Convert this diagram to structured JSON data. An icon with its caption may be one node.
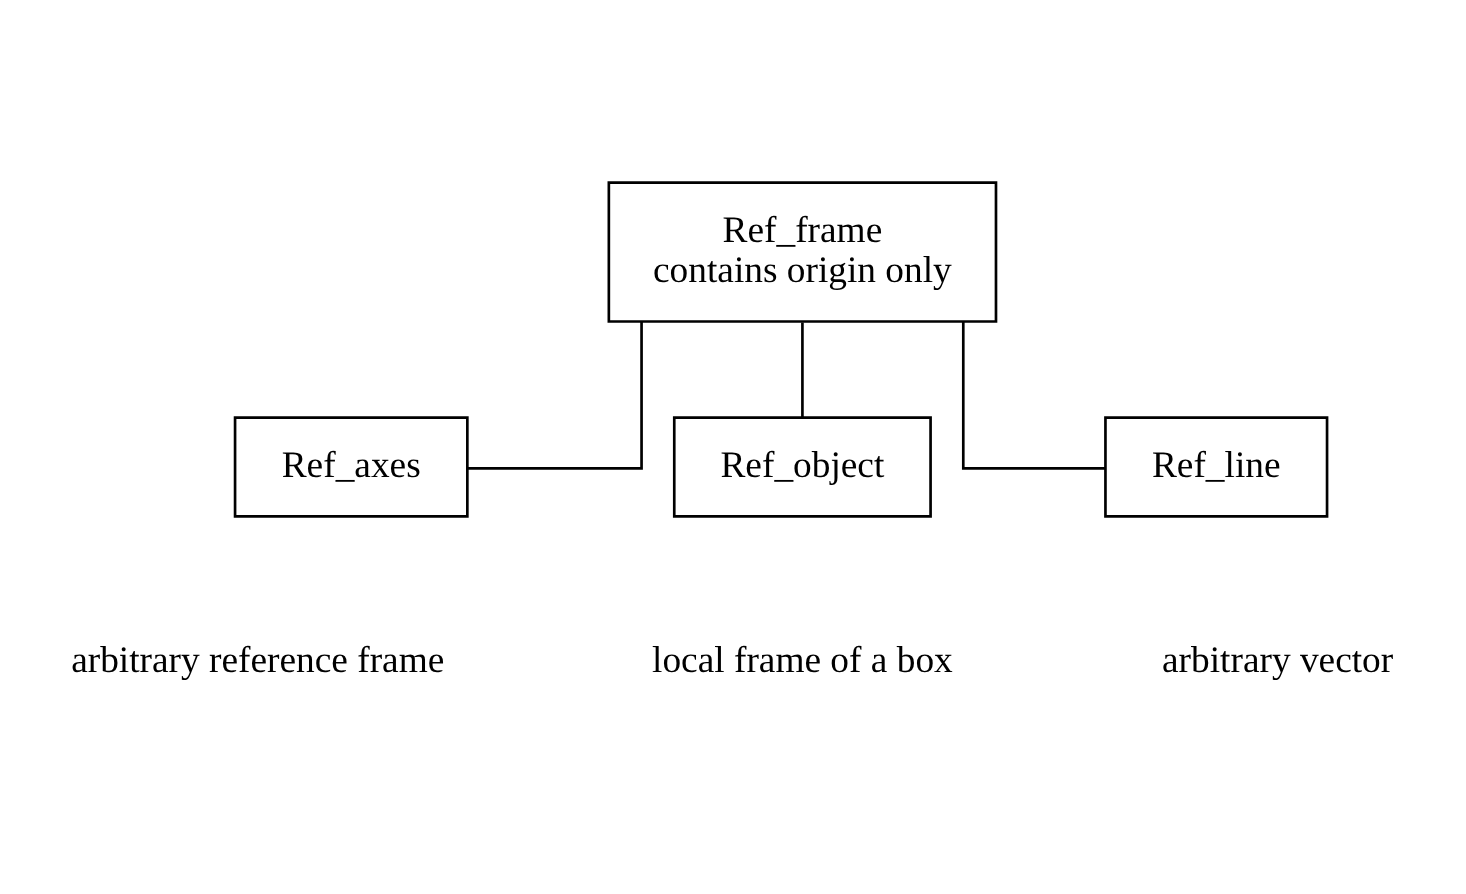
{
  "diagram": {
    "nodes": [
      {
        "text": [
          "Ref_frame",
          "contains origin only"
        ]
      },
      {
        "text": [
          "Ref_axes"
        ],
        "beside": [
          "arbitrary reference frame"
        ]
      },
      {
        "text": [
          "Ref_object"
        ],
        "beside": [
          "local frame of a box"
        ]
      },
      {
        "text": [
          "Ref_line"
        ],
        "beside": [
          "arbitrary vector"
        ]
      }
    ],
    "edges": [
      {
        "from": 0,
        "to": 1,
        "arrow": "none"
      },
      {
        "from": 0,
        "to": 2,
        "arrow": "none"
      },
      {
        "from": 0,
        "to": 3,
        "arrow": "none"
      }
    ]
  }
}
